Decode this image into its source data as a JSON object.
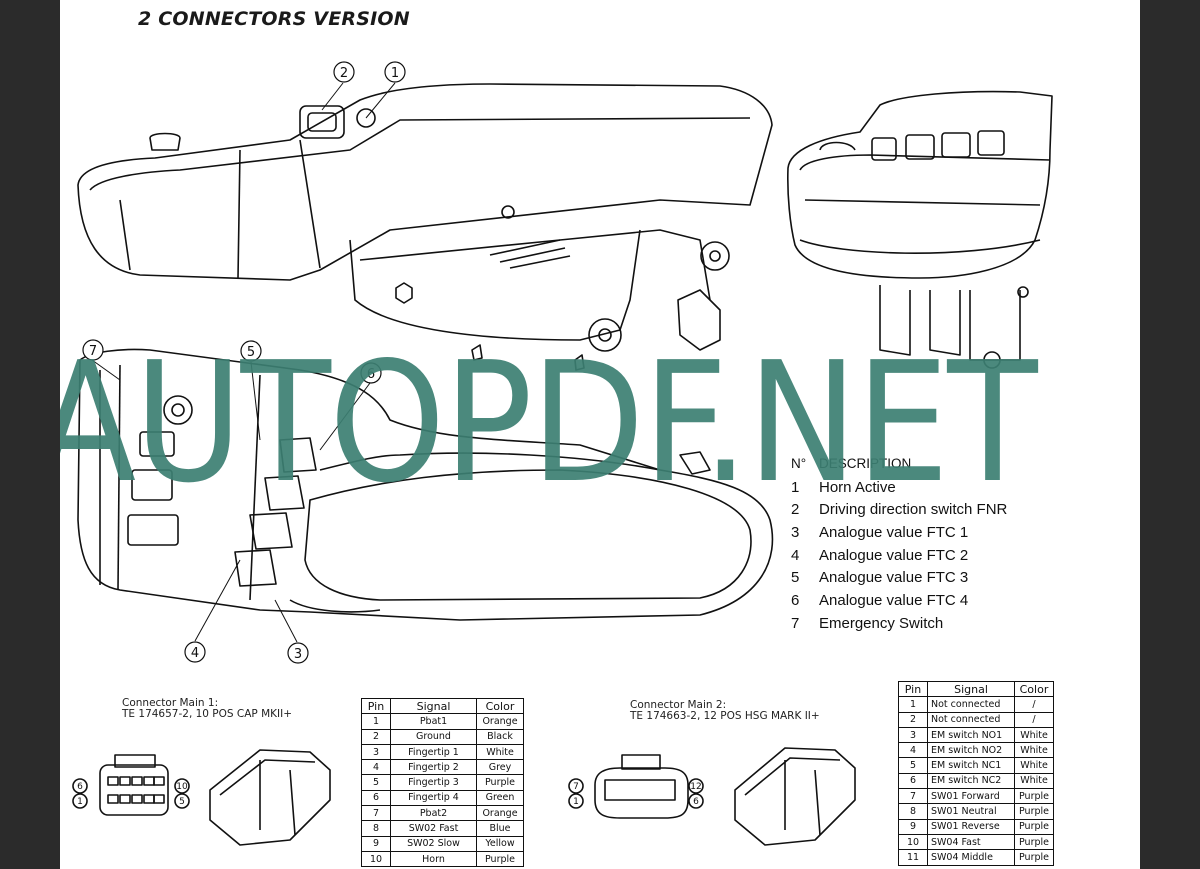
{
  "title": "2 CONNECTORS VERSION",
  "watermark": "AUTOPDF.NET",
  "callouts": [
    "1",
    "2",
    "3",
    "4",
    "5",
    "6",
    "7"
  ],
  "description": {
    "header_no": "N°",
    "header_desc": "DESCRIPTION",
    "items": [
      {
        "no": "1",
        "text": "Horn Active"
      },
      {
        "no": "2",
        "text": "Driving direction switch FNR"
      },
      {
        "no": "3",
        "text": "Analogue value FTC 1"
      },
      {
        "no": "4",
        "text": "Analogue value FTC 2"
      },
      {
        "no": "5",
        "text": "Analogue value FTC 3"
      },
      {
        "no": "6",
        "text": "Analogue value FTC 4"
      },
      {
        "no": "7",
        "text": "Emergency Switch"
      }
    ]
  },
  "connector1": {
    "title": "Connector Main 1:",
    "part": "TE 174657-2,   10 POS CAP MKII+",
    "pin_labels": [
      "6",
      "10",
      "1",
      "5"
    ],
    "headers": [
      "Pin",
      "Signal",
      "Color"
    ],
    "rows": [
      [
        "1",
        "Pbat1",
        "Orange"
      ],
      [
        "2",
        "Ground",
        "Black"
      ],
      [
        "3",
        "Fingertip 1",
        "White"
      ],
      [
        "4",
        "Fingertip 2",
        "Grey"
      ],
      [
        "5",
        "Fingertip 3",
        "Purple"
      ],
      [
        "6",
        "Fingertip 4",
        "Green"
      ],
      [
        "7",
        "Pbat2",
        "Orange"
      ],
      [
        "8",
        "SW02 Fast",
        "Blue"
      ],
      [
        "9",
        "SW02 Slow",
        "Yellow"
      ],
      [
        "10",
        "Horn",
        "Purple"
      ]
    ]
  },
  "connector2": {
    "title": "Connector Main 2:",
    "part": "TE 174663-2,   12 POS HSG MARK II+",
    "pin_labels": [
      "7",
      "12",
      "1",
      "6"
    ],
    "headers": [
      "Pin",
      "Signal",
      "Color"
    ],
    "rows": [
      [
        "1",
        "Not connected",
        "/"
      ],
      [
        "2",
        "Not connected",
        "/"
      ],
      [
        "3",
        "EM switch NO1",
        "White"
      ],
      [
        "4",
        "EM switch NO2",
        "White"
      ],
      [
        "5",
        "EM switch NC1",
        "White"
      ],
      [
        "6",
        "EM switch NC2",
        "White"
      ],
      [
        "7",
        "SW01 Forward",
        "Purple"
      ],
      [
        "8",
        "SW01 Neutral",
        "Purple"
      ],
      [
        "9",
        "SW01 Reverse",
        "Purple"
      ],
      [
        "10",
        "SW04 Fast",
        "Purple"
      ],
      [
        "11",
        "SW04 Middle",
        "Purple"
      ]
    ]
  },
  "colors": {
    "watermark": "#3c7f72",
    "page": "#ffffff",
    "background": "#2b2b2b"
  }
}
